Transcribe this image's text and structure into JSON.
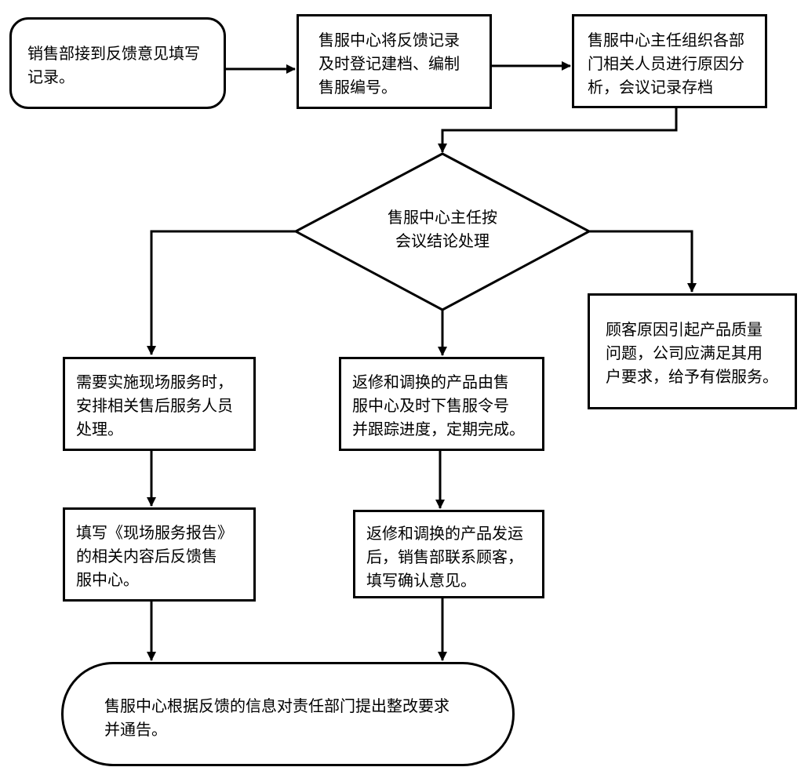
{
  "flowchart": {
    "start": {
      "lines": [
        "销售部接到反馈意见填写",
        "记录。"
      ]
    },
    "register": {
      "lines": [
        "售服中心将反馈记录",
        "及时登记建档、编制",
        "售服编号。"
      ]
    },
    "analysis": {
      "lines": [
        "售服中心主任组织各部",
        "门相关人员进行原因分",
        "析，会议记录存档"
      ]
    },
    "decision": {
      "lines": [
        "售服中心主任按",
        "会议结论处理"
      ]
    },
    "onsite": {
      "lines": [
        "需要实施现场服务时，",
        "安排相关售后服务人员",
        "处理。"
      ]
    },
    "repair": {
      "lines": [
        "返修和调换的产品由售",
        "服中心及时下售服令号",
        "并跟踪进度，定期完成。"
      ]
    },
    "customer_cause": {
      "lines": [
        "顾客原因引起产品质量",
        "问题，公司应满足其用",
        "户要求，给予有偿服务。"
      ]
    },
    "report": {
      "lines": [
        "填写《现场服务报告》",
        "的相关内容后反馈售",
        "服中心。"
      ]
    },
    "shipping": {
      "lines": [
        "返修和调换的产品发运",
        "后，销售部联系顾客，",
        "填写确认意见。"
      ]
    },
    "end": {
      "lines": [
        "售服中心根据反馈的信息对责任部门提出整改要求",
        "并通告。"
      ]
    }
  }
}
